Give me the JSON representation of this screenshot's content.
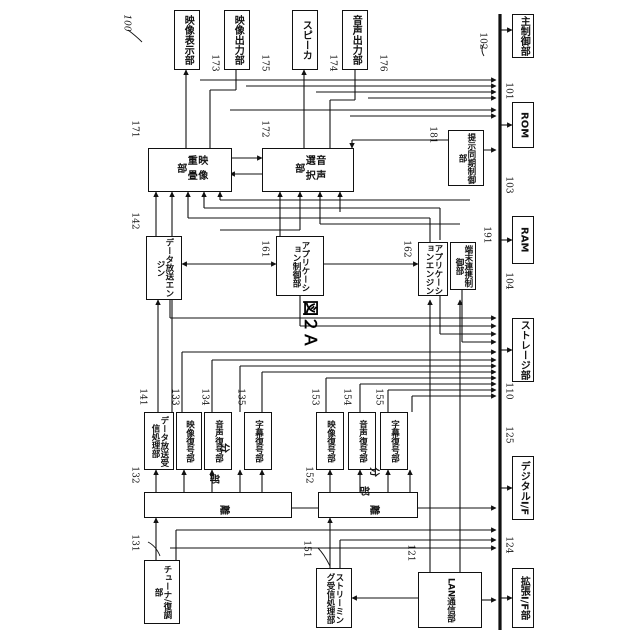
{
  "figure": {
    "caption": "図２Ａ",
    "device_ref": "100"
  },
  "blocks": {
    "main_ctrl": {
      "label": "主制御部",
      "ref": "101"
    },
    "rom": {
      "label": "ROM",
      "ref": "103"
    },
    "ram": {
      "label": "RAM",
      "ref": "104"
    },
    "storage": {
      "label": "ストレージ部",
      "ref": "110"
    },
    "digital_if": {
      "label": "デジタルI/F",
      "ref": "125"
    },
    "ext_if": {
      "label": "拡張I/F部",
      "ref": "124"
    },
    "bus": {
      "ref": "102"
    },
    "video_disp": {
      "label": "映像表示部",
      "ref": "173"
    },
    "video_out": {
      "label": "映像出力部",
      "ref": "175"
    },
    "speaker": {
      "label": "スピーカ",
      "ref": "174"
    },
    "audio_out": {
      "label": "音声出力部",
      "ref": "176"
    },
    "video_overlay": {
      "label": "映像重畳部",
      "ref": "171"
    },
    "audio_select": {
      "label": "音声選択部",
      "ref": "172"
    },
    "sync_ctrl": {
      "label": "提示同期制御部",
      "ref": "181"
    },
    "data_engine": {
      "label": "データ放送エンジン",
      "ref": "142"
    },
    "app_ctrl": {
      "label": "アプリケーション制御部",
      "ref": "161"
    },
    "app_engine": {
      "label": "アプリケーションエンジン",
      "ref": "162"
    },
    "terminal_ctrl": {
      "label": "端末連携制御部",
      "ref": "191"
    },
    "tuner": {
      "label": "チューナ/復調部",
      "ref": "131"
    },
    "sep1": {
      "label": "分離部",
      "ref": "132"
    },
    "data_recv": {
      "label": "データ放送受信処理部",
      "ref": "141"
    },
    "vdec1": {
      "label": "映像復号部",
      "ref": "133"
    },
    "adec1": {
      "label": "音声復号部",
      "ref": "134"
    },
    "sdec1": {
      "label": "字幕復号部",
      "ref": "135"
    },
    "streaming": {
      "label": "ストリーミング受信処理部",
      "ref": "151"
    },
    "sep2": {
      "label": "分離部",
      "ref": "152"
    },
    "vdec2": {
      "label": "映像復号部",
      "ref": "153"
    },
    "adec2": {
      "label": "音声復号部",
      "ref": "154"
    },
    "sdec2": {
      "label": "字幕復号部",
      "ref": "155"
    },
    "lan": {
      "label": "LAN通信部",
      "ref": "121"
    }
  }
}
